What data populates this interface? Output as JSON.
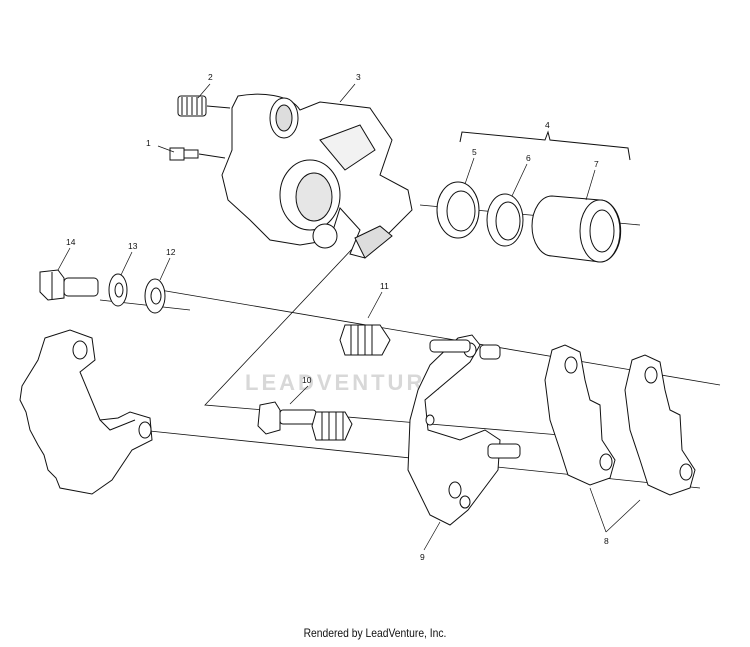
{
  "watermark": "LEADVENTURE",
  "footer": "Rendered by LeadVenture, Inc.",
  "callouts": {
    "c1": "1",
    "c2": "2",
    "c3": "3",
    "c4": "4",
    "c5": "5",
    "c6": "6",
    "c7": "7",
    "c8": "8",
    "c9": "9",
    "c10": "10",
    "c11": "11",
    "c12": "12",
    "c13": "13",
    "c14": "14"
  },
  "colors": {
    "ink": "#111111",
    "shade": "#bdbdbd",
    "light": "#e6e6e6",
    "watermark": "#d8d8d8"
  }
}
